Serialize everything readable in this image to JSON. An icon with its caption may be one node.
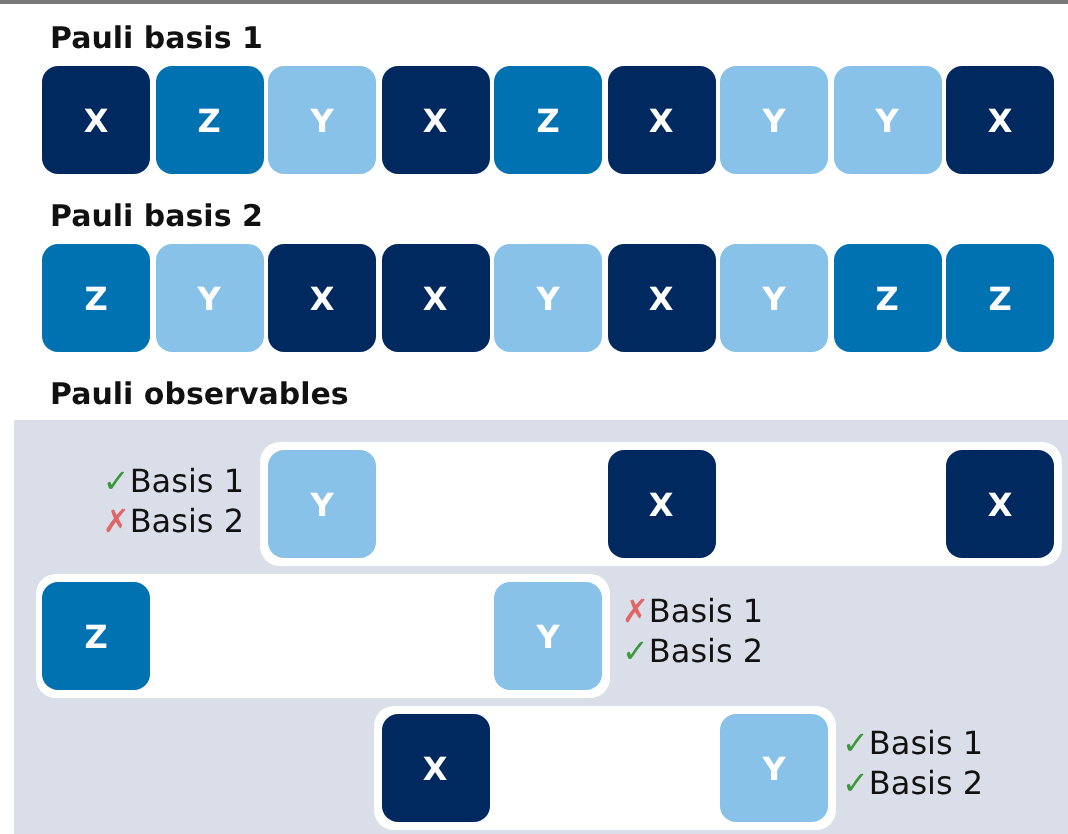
{
  "diagram": {
    "nodes": [
      {
        "text": [
          "X"
        ]
      },
      {
        "text": [
          "Z"
        ]
      },
      {
        "text": [
          "Y"
        ]
      },
      {
        "text": [
          "X"
        ]
      },
      {
        "text": [
          "Z"
        ]
      },
      {
        "text": [
          "X"
        ]
      },
      {
        "text": [
          "Y"
        ]
      },
      {
        "text": [
          "Y"
        ]
      },
      {
        "text": [
          "X"
        ]
      },
      {
        "text": [
          "Z"
        ]
      },
      {
        "text": [
          "Y"
        ]
      },
      {
        "text": [
          "X"
        ]
      },
      {
        "text": [
          "X"
        ]
      },
      {
        "text": [
          "Y"
        ]
      },
      {
        "text": [
          "X"
        ]
      },
      {
        "text": [
          "Y"
        ]
      },
      {
        "text": [
          "Z"
        ]
      },
      {
        "text": [
          "Z"
        ]
      },
      {
        "text": [],
        "shape": "box"
      },
      {
        "text": [],
        "shape": "box",
        "in": 18,
        "beside": [
          "✓Basis 1",
          "✗Basis 2"
        ]
      },
      {
        "text": [
          "Y"
        ],
        "in": 19
      },
      {
        "text": [
          "X"
        ],
        "in": 19
      },
      {
        "text": [
          "X"
        ],
        "in": 19
      },
      {
        "text": [],
        "shape": "box",
        "in": 18,
        "beside": [
          "✗Basis 1",
          "✓Basis 2"
        ]
      },
      {
        "text": [
          "Z"
        ],
        "in": 23
      },
      {
        "text": [
          "Y"
        ],
        "in": 23
      },
      {
        "text": [],
        "shape": "box",
        "in": 18,
        "beside": [
          "✓Basis 1",
          "✓Basis 2"
        ]
      },
      {
        "text": [
          "X"
        ],
        "in": 26
      },
      {
        "text": [
          "Y"
        ],
        "in": 26
      }
    ],
    "labels": [
      "Pauli basis 1",
      "Pauli basis 2",
      "Pauli observables"
    ]
  }
}
